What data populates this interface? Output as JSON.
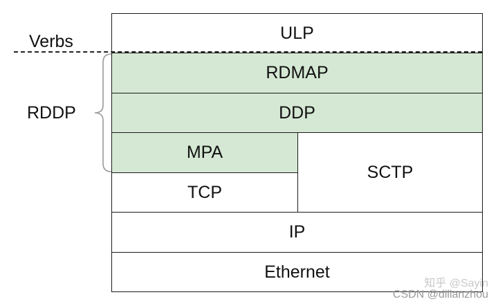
{
  "layers": {
    "ulp": "ULP",
    "rdmap": "RDMAP",
    "ddp": "DDP",
    "mpa": "MPA",
    "tcp": "TCP",
    "sctp": "SCTP",
    "ip": "IP",
    "ethernet": "Ethernet"
  },
  "labels": {
    "verbs": "Verbs",
    "rddp": "RDDP"
  },
  "watermarks": {
    "zhihu": "知乎 @Sayin",
    "csdn": "CSDN @dillanzhou"
  },
  "colors": {
    "highlight": "#d5e8d4",
    "border": "#1a1a1a"
  }
}
